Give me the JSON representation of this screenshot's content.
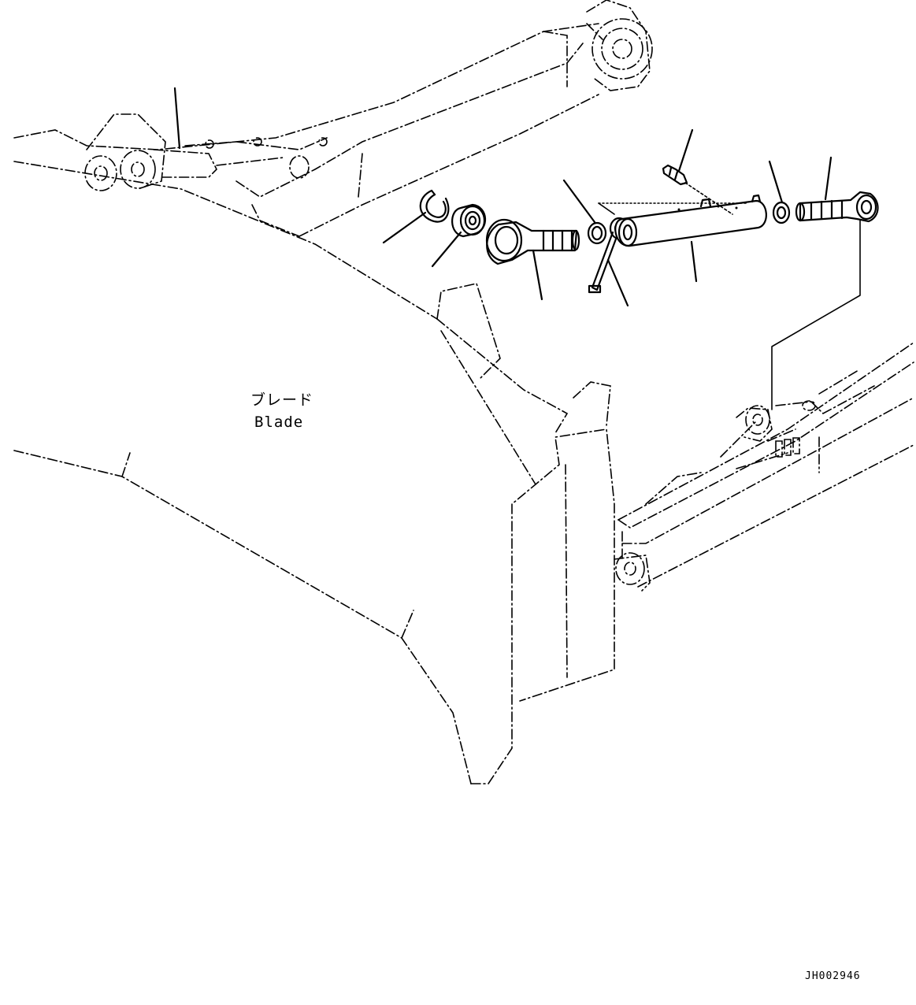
{
  "labels": {
    "blade_jp": "ブレード",
    "blade_en": "Blade"
  },
  "drawing_code": "JH002946"
}
